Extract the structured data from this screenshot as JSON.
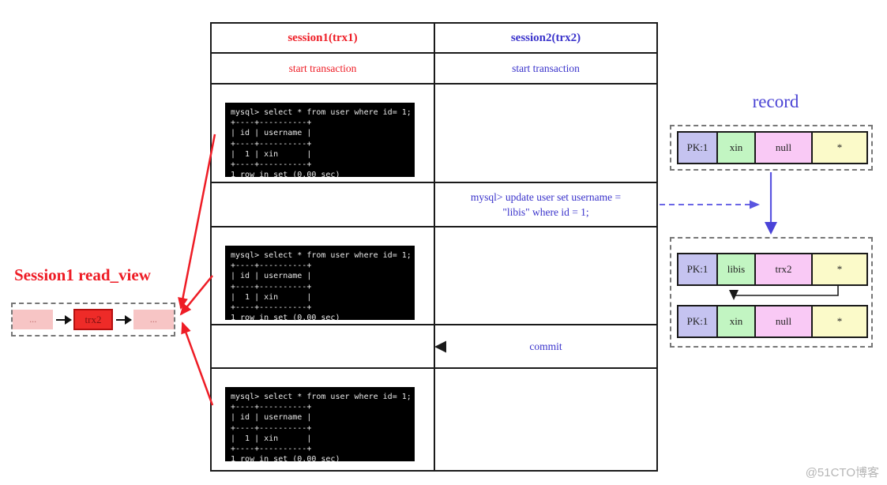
{
  "table": {
    "headers": [
      {
        "label": "session1(trx1)"
      },
      {
        "label": "session2(trx2)"
      }
    ],
    "session1_start": "start transaction",
    "session2_start": "start transaction",
    "update_statement": "mysql> update user set username =\n\"libis\" where id = 1;",
    "commit_label": "commit"
  },
  "terminal": {
    "text": "mysql> select * from user where id= 1;\n+----+----------+\n| id | username |\n+----+----------+\n|  1 | xin      |\n+----+----------+\n1 row in set (0.00 sec)"
  },
  "read_view": {
    "title": "Session1 read_view",
    "chain": [
      "...",
      "trx2",
      "..."
    ]
  },
  "record": {
    "title": "record",
    "current_row": [
      "PK:1",
      "xin",
      "null",
      "*"
    ],
    "updated_row": [
      "PK:1",
      "libis",
      "trx2",
      "*"
    ],
    "undo_row": [
      "PK:1",
      "xin",
      "null",
      "*"
    ]
  },
  "watermark": "@51CTO博客",
  "colors": {
    "red": "#ee1c25",
    "blue_text": "#3a33cb",
    "blue_arrow": "#5a55e0",
    "cell_lavender": "#c5c3f0",
    "cell_green": "#c2f5c2",
    "cell_pink": "#f9c9f5",
    "cell_yellow": "#fbfac9",
    "trx2_box_red": "#ee2b28",
    "chain_pink": "#f7c5c5"
  }
}
